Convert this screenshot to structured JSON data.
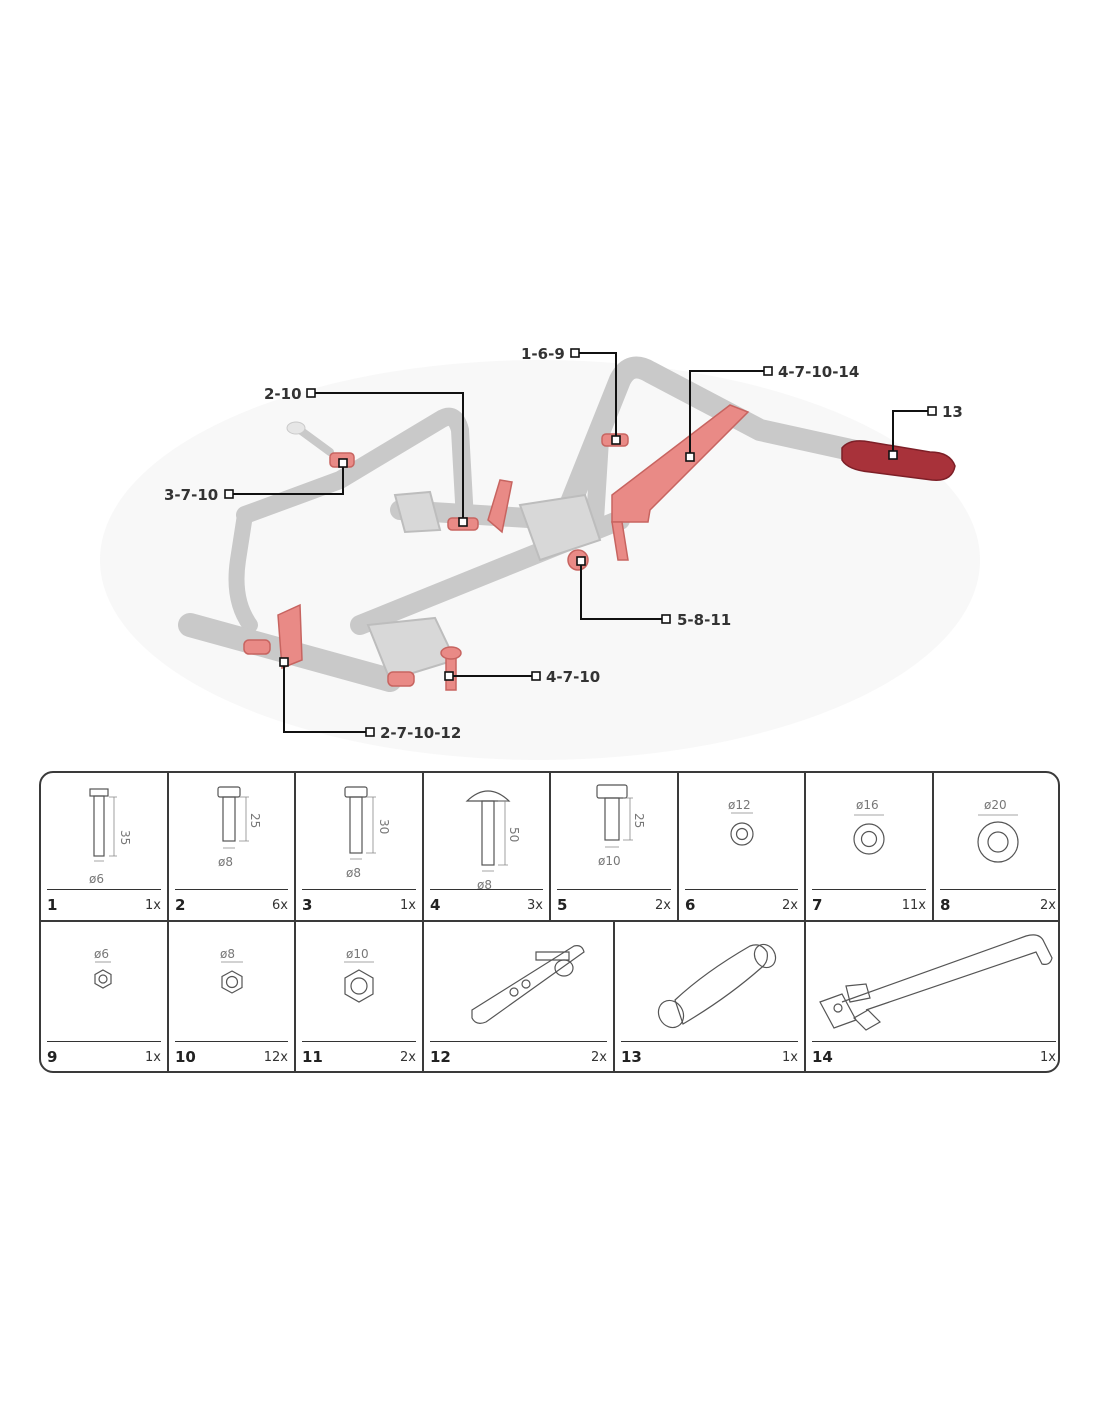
{
  "callouts": {
    "c_1_6_9": "1-6-9",
    "c_2_10": "2-10",
    "c_3_7_10": "3-7-10",
    "c_4_7_10_14": "4-7-10-14",
    "c_13": "13",
    "c_5_8_11": "5-8-11",
    "c_4_7_10": "4-7-10",
    "c_2_7_10_12": "2-7-10-12"
  },
  "parts": [
    {
      "number": "1",
      "qty": "1x",
      "dims": [
        "35",
        "ø6"
      ],
      "icon": "bolt-icon"
    },
    {
      "number": "2",
      "qty": "6x",
      "dims": [
        "25",
        "ø8"
      ],
      "icon": "bolt-icon"
    },
    {
      "number": "3",
      "qty": "1x",
      "dims": [
        "30",
        "ø8"
      ],
      "icon": "bolt-icon"
    },
    {
      "number": "4",
      "qty": "3x",
      "dims": [
        "50",
        "ø8"
      ],
      "icon": "carriage-bolt-icon"
    },
    {
      "number": "5",
      "qty": "2x",
      "dims": [
        "25",
        "ø10"
      ],
      "icon": "bolt-icon"
    },
    {
      "number": "6",
      "qty": "2x",
      "dims": [
        "ø12"
      ],
      "icon": "washer-icon"
    },
    {
      "number": "7",
      "qty": "11x",
      "dims": [
        "ø16"
      ],
      "icon": "washer-icon"
    },
    {
      "number": "8",
      "qty": "2x",
      "dims": [
        "ø20"
      ],
      "icon": "washer-icon"
    },
    {
      "number": "9",
      "qty": "1x",
      "dims": [
        "ø6"
      ],
      "icon": "nut-icon"
    },
    {
      "number": "10",
      "qty": "12x",
      "dims": [
        "ø8"
      ],
      "icon": "nut-icon"
    },
    {
      "number": "11",
      "qty": "2x",
      "dims": [
        "ø10"
      ],
      "icon": "nut-icon"
    },
    {
      "number": "12",
      "qty": "2x",
      "icon": "bracket-plate-icon"
    },
    {
      "number": "13",
      "qty": "1x",
      "icon": "handle-grip-icon"
    },
    {
      "number": "14",
      "qty": "1x",
      "icon": "push-bar-icon"
    }
  ],
  "colors": {
    "highlight": "#e98a86",
    "grip": "#a8323a",
    "frame": "#d0d0d0",
    "border": "#3a3a3a"
  }
}
